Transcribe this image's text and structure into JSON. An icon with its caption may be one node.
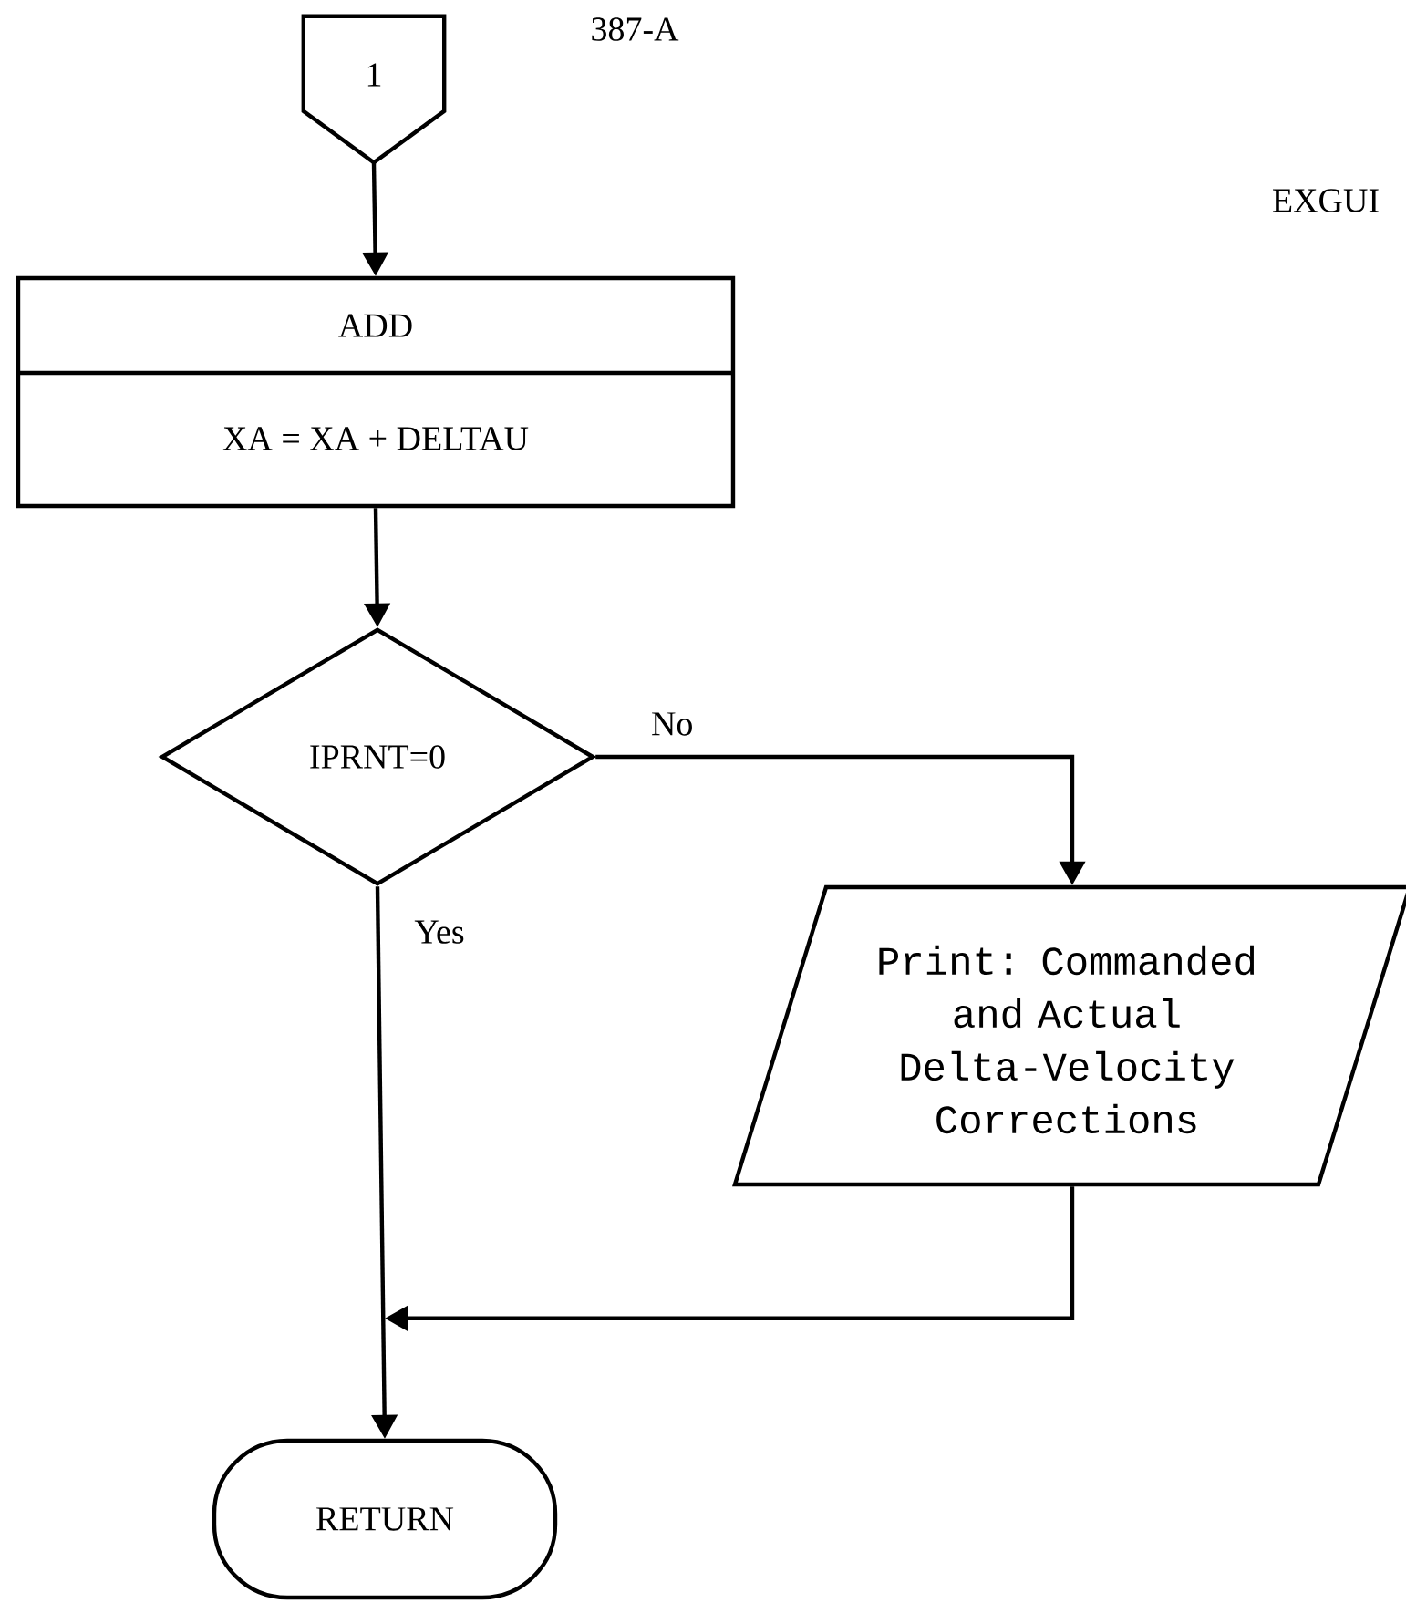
{
  "diagram": {
    "nodes": [
      {
        "text": [
          "1"
        ]
      },
      {
        "text": [
          "ADD",
          "XA = XA + DELTAU"
        ]
      },
      {
        "text": [
          "IPRNT=0"
        ]
      },
      {
        "text": [
          "Print: Commanded and Actual Delta-Velocity Corrections"
        ]
      },
      {
        "text": [
          "RETURN"
        ]
      }
    ],
    "edges": [
      {
        "from": 0,
        "to": 1,
        "arrow": "to"
      },
      {
        "from": 1,
        "to": 2,
        "arrow": "to"
      },
      {
        "from": 2,
        "to": 3,
        "arrow": "to",
        "label": "No"
      },
      {
        "from": 2,
        "to": 4,
        "arrow": "to",
        "label": "Yes"
      },
      {
        "from": 3,
        "to": 4,
        "arrow": "to"
      }
    ],
    "labels": [
      "387-A",
      "EXGUI"
    ]
  }
}
